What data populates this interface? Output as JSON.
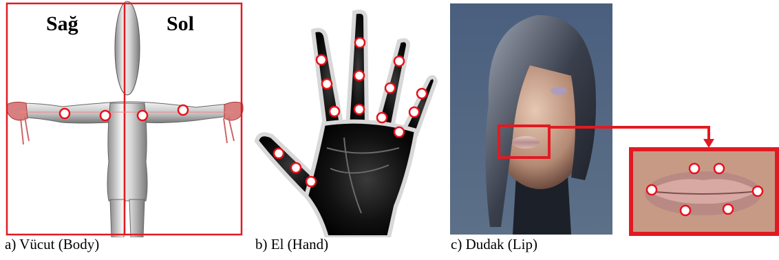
{
  "panels": {
    "body": {
      "caption": "a) Vücut (Body)",
      "left_label": "Sağ",
      "right_label": "Sol"
    },
    "hand": {
      "caption": "b) El (Hand)"
    },
    "lip": {
      "caption": "c) Dudak (Lip)"
    }
  },
  "colors": {
    "marker_stroke": "#e8101a",
    "frame": "#e11a22",
    "background_lip": "#4a5f7e"
  }
}
